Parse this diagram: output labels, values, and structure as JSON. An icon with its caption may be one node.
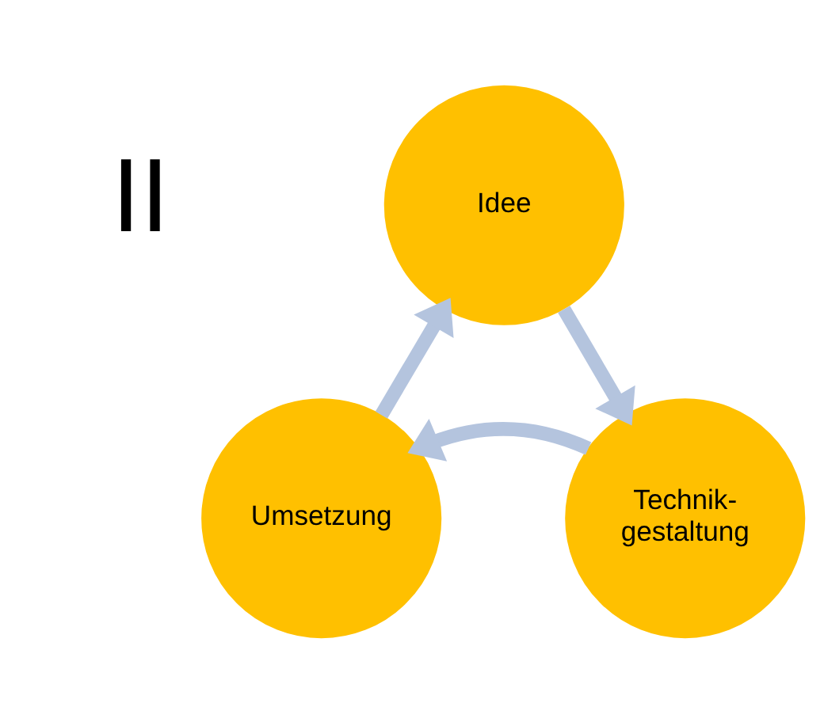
{
  "diagram": {
    "nodes": [
      {
        "text": [
          "Idee"
        ]
      },
      {
        "text": [
          "Technik- gestaltung"
        ]
      },
      {
        "text": [
          "Umsetzung"
        ]
      }
    ],
    "edges": [
      {
        "from": 0,
        "to": 1,
        "arrow": "to"
      },
      {
        "from": 1,
        "to": 2,
        "arrow": "to"
      },
      {
        "from": 2,
        "to": 0,
        "arrow": "to"
      }
    ],
    "labels": [
      "II"
    ]
  }
}
